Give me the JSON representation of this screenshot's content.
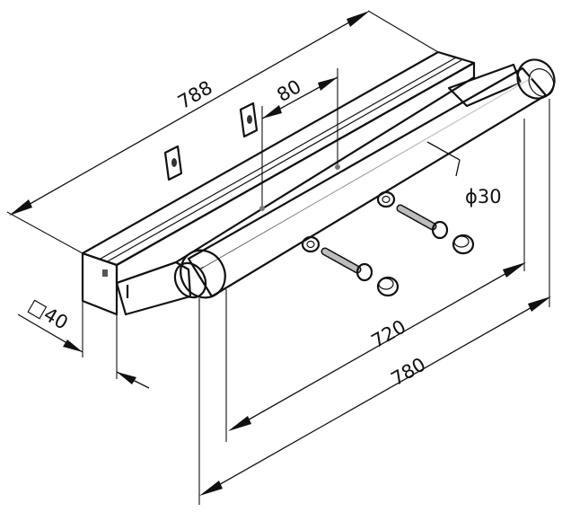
{
  "dimensions": {
    "overall_length": "788",
    "slot_spacing": "80",
    "tube_diameter": "ϕ30",
    "hole_spacing": "720",
    "tube_length": "780",
    "profile_size": "□40"
  },
  "colors": {
    "line": "#111111",
    "profile_top": "#e2e2e2",
    "profile_side": "#cfcfcf",
    "tube": "#d6d6d6",
    "tube_highlight": "#f2f2f2",
    "background": "#ffffff"
  }
}
